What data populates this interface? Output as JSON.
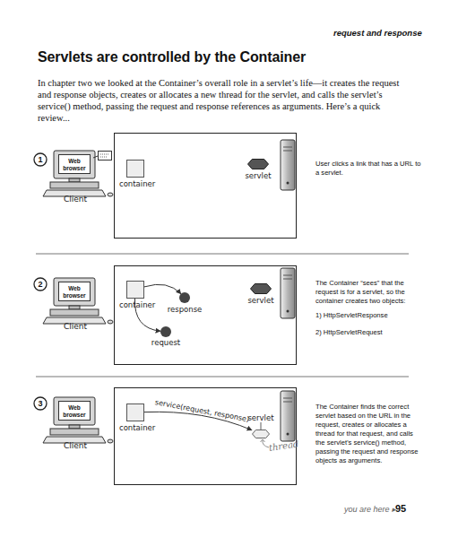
{
  "diagram": {
    "title": "Servlets are controlled by the Container",
    "nodes": [
      {
        "text": [
          "Web browser",
          "Client"
        ]
      },
      {
        "text": [
          "container"
        ]
      },
      {
        "text": [
          "servlet"
        ]
      },
      {
        "text": [
          "Web browser",
          "Client"
        ]
      },
      {
        "text": [
          "container"
        ]
      },
      {
        "text": [
          "response"
        ]
      },
      {
        "text": [
          "request"
        ]
      },
      {
        "text": [
          "servlet"
        ]
      },
      {
        "text": [
          "Web browser",
          "Client"
        ]
      },
      {
        "text": [
          "container"
        ]
      },
      {
        "text": [
          "servlet"
        ]
      }
    ],
    "edges": [
      {
        "from": 4,
        "to": 5,
        "arrow": "to"
      },
      {
        "from": 4,
        "to": 6,
        "arrow": "to"
      },
      {
        "from": 9,
        "to": 10,
        "label": "service(request, response)",
        "arrow": "to"
      }
    ],
    "labels": [
      "request and response",
      "In chapter two we looked at the Container’s overall role in a servlet’s life—it creates the request and response objects, creates or allocates a new thread for the servlet, and calls the servlet’s service() method, passing the request and response references as arguments. Here’s a quick review...",
      "1",
      "User clicks a link that has a URL to a servlet.",
      "2",
      "The Container “sees” that the request is for a servlet, so the container creates two objects:",
      "1) HttpServletResponse",
      "2) HttpServletRequest",
      "3",
      "The Container finds the correct servlet based on the URL in the request, creates or allocates a thread for that request, and calls the servlet’s service() method, passing the request and response objects as arguments.",
      "thread",
      "you are here ▸",
      "95"
    ]
  }
}
